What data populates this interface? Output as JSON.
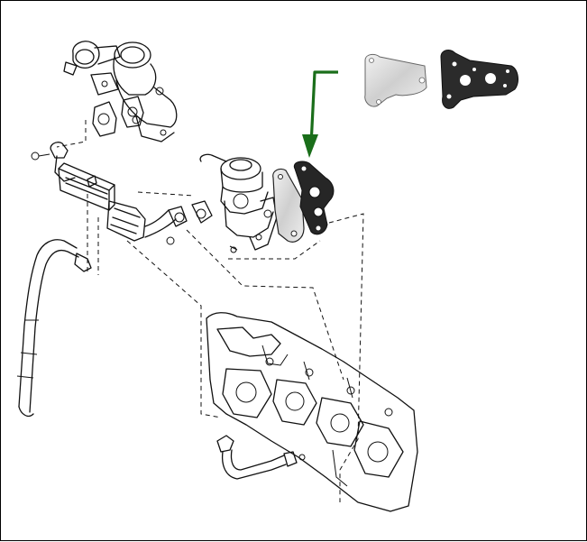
{
  "diagram": {
    "parts": [
      {
        "name": "turbocharger"
      },
      {
        "name": "egr-cooler"
      },
      {
        "name": "egr-valve"
      },
      {
        "name": "egr-blanking-plate"
      },
      {
        "name": "egr-gasket"
      },
      {
        "name": "cylinder-head"
      },
      {
        "name": "coolant-hose"
      }
    ],
    "highlight_arrow_color": "#1a6e1a",
    "gasket_color": "#2a2a2a",
    "plate_color": "#d9d9d9"
  }
}
